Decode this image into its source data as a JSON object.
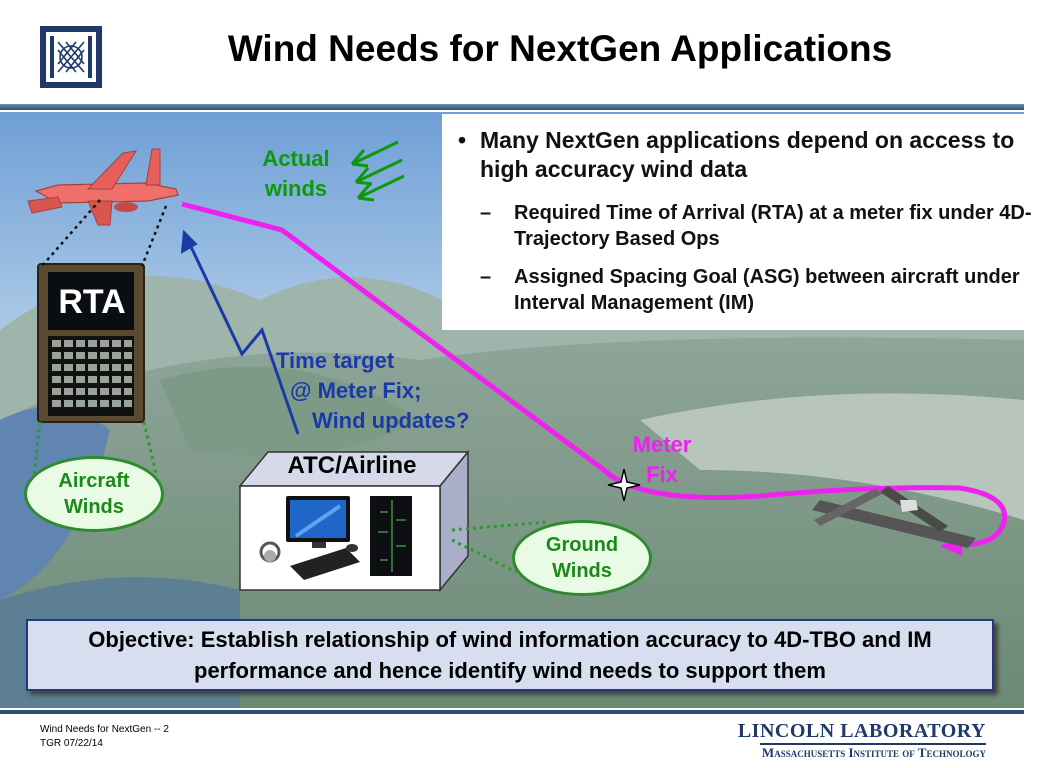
{
  "header": {
    "title": "Wind Needs for NextGen Applications"
  },
  "bullets": {
    "main": "Many NextGen applications depend on access to high accuracy wind data",
    "sub": [
      "Required Time of Arrival (RTA) at a meter fix under 4D-Trajectory Based Ops",
      "Assigned Spacing Goal (ASG) between aircraft under Interval Management (IM)"
    ]
  },
  "diagram": {
    "actual_winds": [
      "Actual",
      "winds"
    ],
    "rta_label": "RTA",
    "aircraft_winds": [
      "Aircraft",
      "Winds"
    ],
    "time_target": [
      "Time target",
      "@ Meter Fix;",
      "Wind updates?"
    ],
    "meter_fix": [
      "Meter",
      "Fix"
    ],
    "atc_airline": "ATC/Airline",
    "ground_winds": [
      "Ground",
      "Winds"
    ]
  },
  "objective": "Objective: Establish relationship of wind information accuracy to 4D-TBO and IM performance and hence identify wind needs to support them",
  "footer": {
    "line1": "Wind Needs for NextGen -- 2",
    "line2": "TGR 07/22/14",
    "lab_name": "LINCOLN LABORATORY",
    "lab_sub": "Massachusetts Institute of Technology"
  },
  "colors": {
    "trajectory": "#ee22ee",
    "wind_arrows": "#0a9a0a",
    "datalink": "#1a3aa8",
    "objective_bg": "#d6def0"
  }
}
